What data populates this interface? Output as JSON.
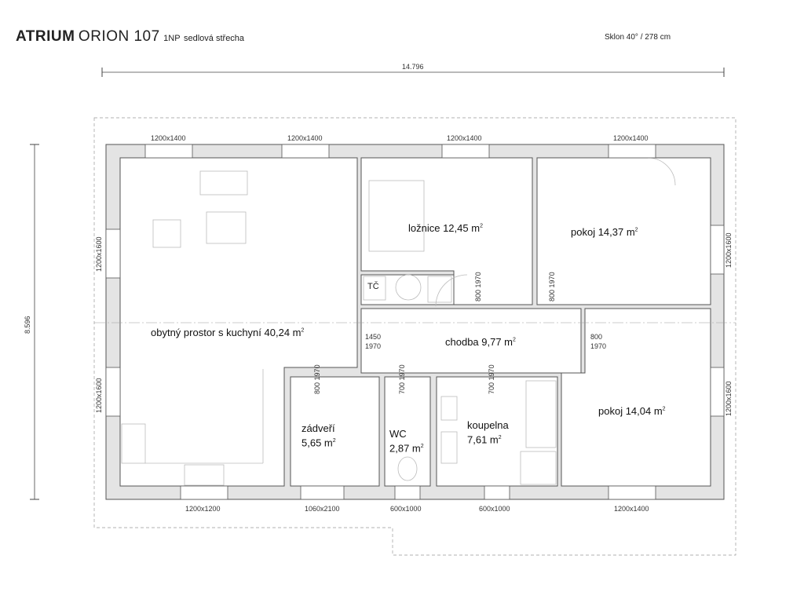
{
  "header": {
    "brand": "ATRIUM",
    "model": "ORION 107",
    "floor": "1NP",
    "roof": "sedlová střecha",
    "slope": "Sklon 40° / 278 cm"
  },
  "dimensions": {
    "width": "14.796",
    "depth": "8.596"
  },
  "rooms": [
    {
      "name": "obytný prostor s kuchyní 40,24 m",
      "sup": "2"
    },
    {
      "name": "ložnice 12,45 m",
      "sup": "2"
    },
    {
      "name": "pokoj 14,37 m",
      "sup": "2"
    },
    {
      "name": "chodba 9,77 m",
      "sup": "2"
    },
    {
      "name": "pokoj 14,04 m",
      "sup": "2"
    },
    {
      "name": "zádveří",
      "area": "5,65 m",
      "sup": "2"
    },
    {
      "name": "WC",
      "area": "2,87 m",
      "sup": "2"
    },
    {
      "name": "koupelna",
      "area": "7,61 m",
      "sup": "2"
    },
    {
      "name": "TČ"
    }
  ],
  "windows": {
    "top": [
      "1200x1400",
      "1200x1400",
      "1200x1400",
      "1200x1400"
    ],
    "bottom": [
      "1200x1200",
      "1060x2100",
      "600x1000",
      "600x1000",
      "1200x1400"
    ],
    "left": [
      "1200x1600",
      "1200x1600"
    ],
    "right": [
      "1200x1600",
      "1200x1600"
    ]
  },
  "doors": {
    "d1450": [
      "1450",
      "1970"
    ],
    "d800a": [
      "800",
      "1970"
    ],
    "d800b": [
      "800",
      "1970"
    ],
    "d800c": [
      "800",
      "1970"
    ],
    "d800d": [
      "800",
      "1970"
    ],
    "d700a": [
      "700",
      "1970"
    ],
    "d700b": [
      "700",
      "1970"
    ]
  }
}
